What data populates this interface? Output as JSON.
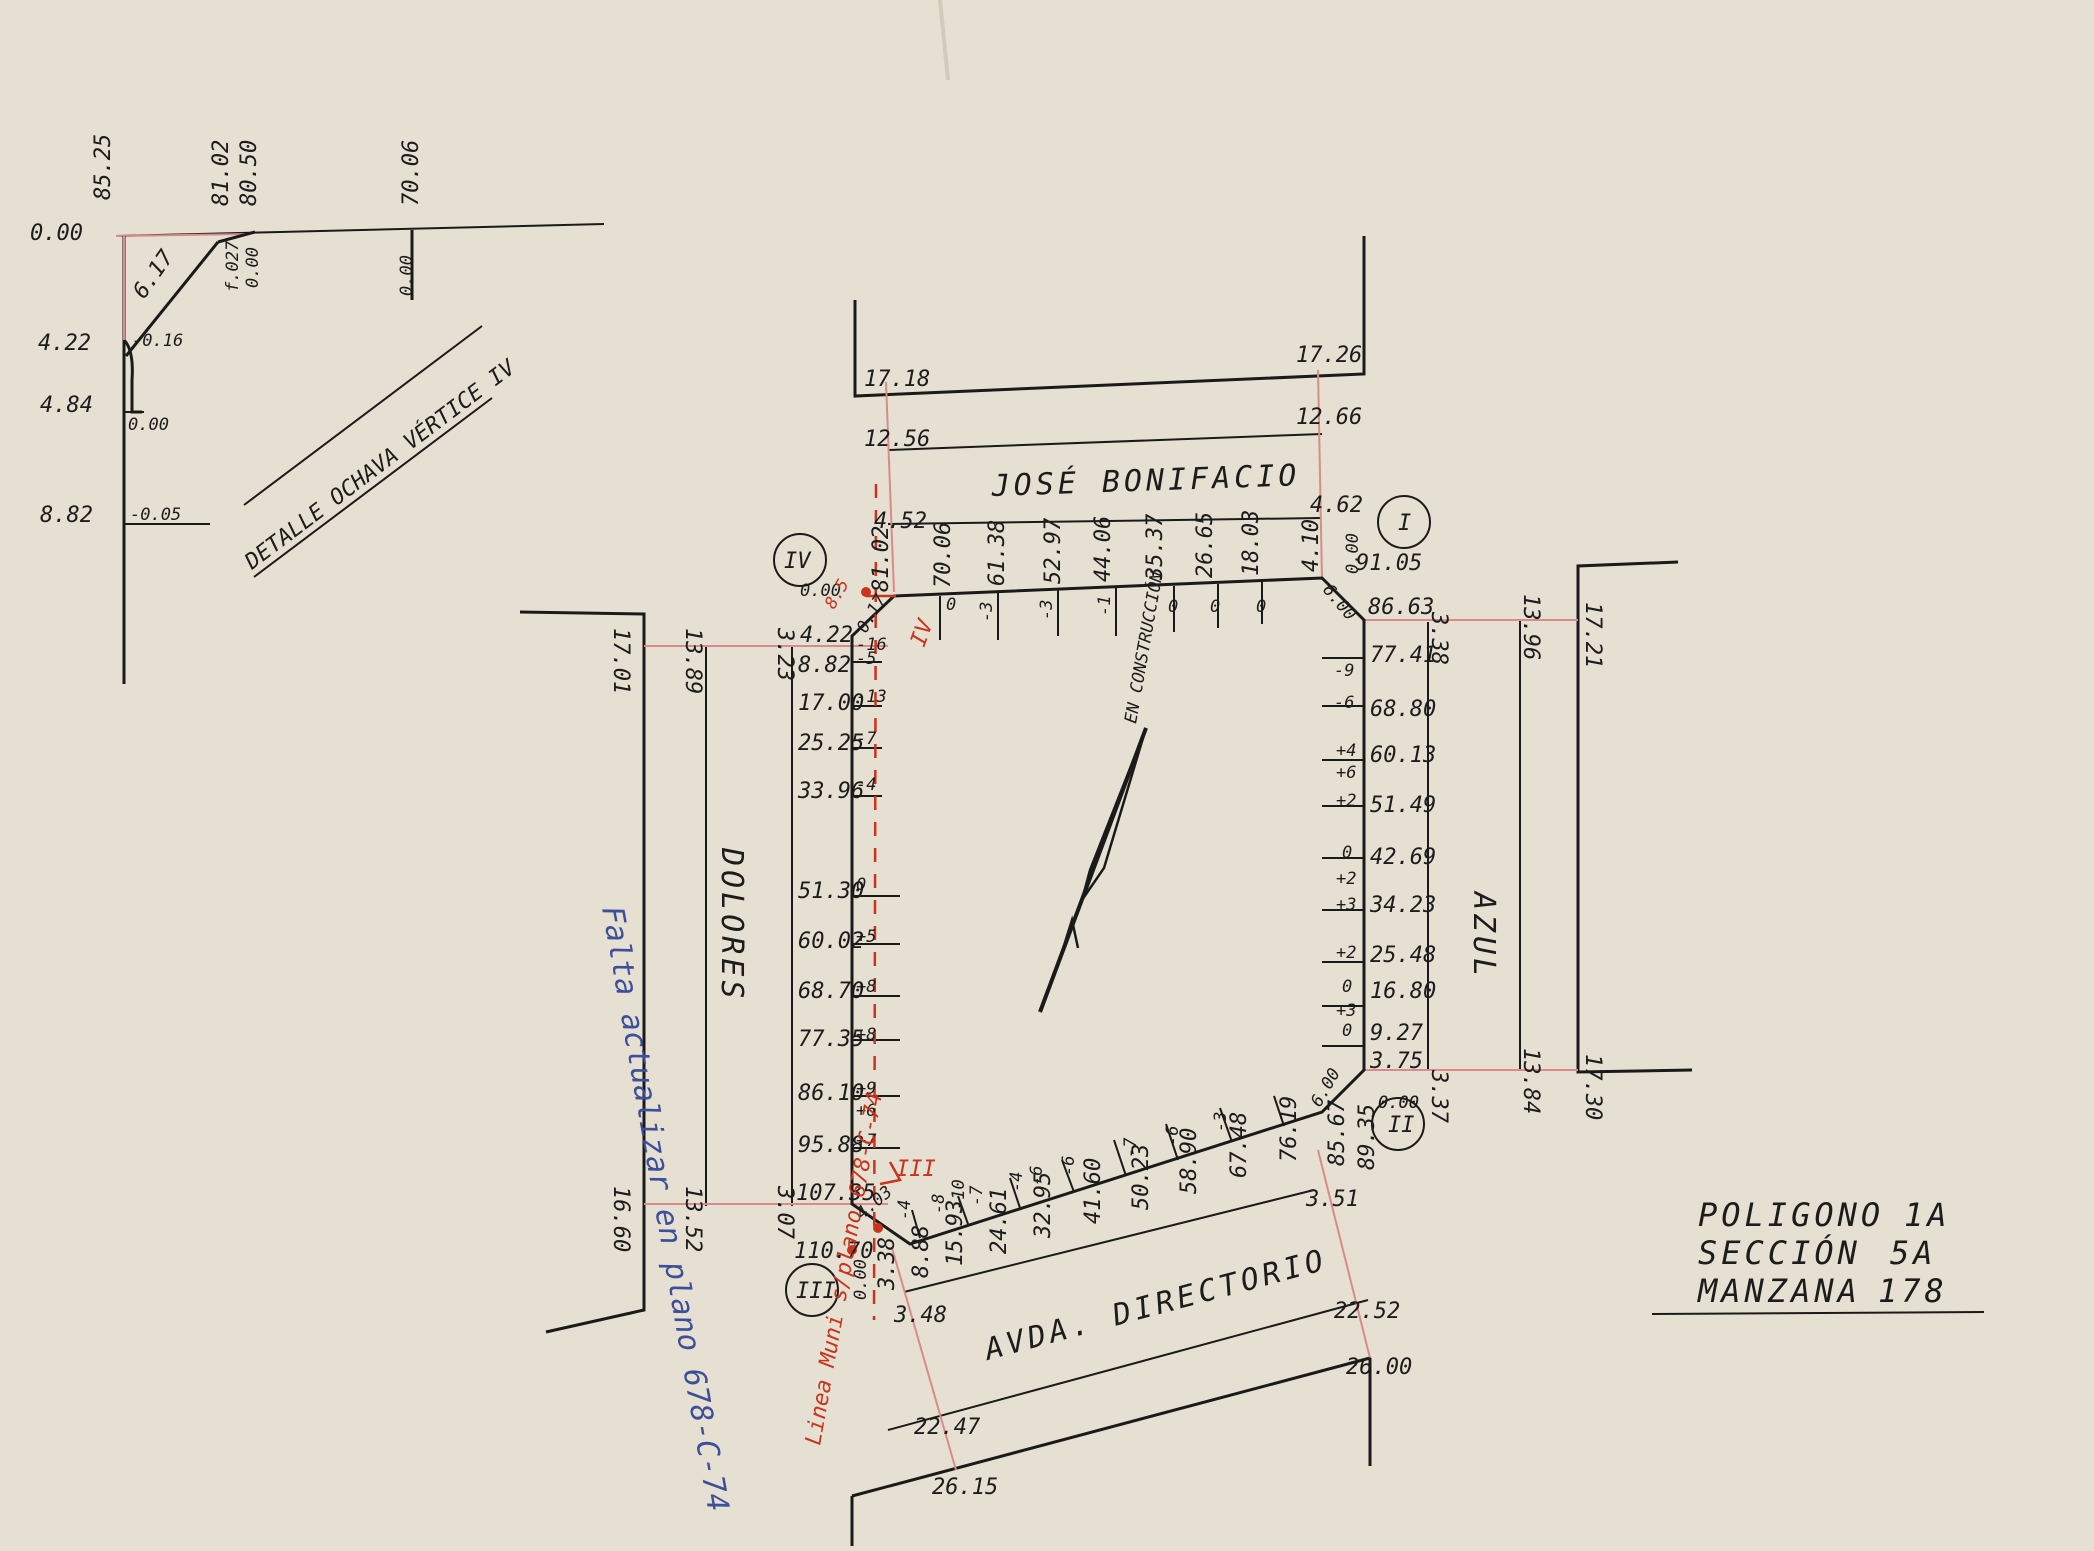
{
  "streets": {
    "north": "JOSÉ BONIFACIO",
    "west": "DOLORES",
    "east": "AZUL",
    "south": "AVDA. DIRECTORIO"
  },
  "vertices": {
    "v1": "I",
    "v2": "II",
    "v3": "III",
    "v4": "IV"
  },
  "construction_note": "EN CONSTRUCCIÓN",
  "detail": {
    "title": "DETALLE OCHAVA VÉRTICE IV",
    "top": [
      "85.25",
      "81.02",
      "80.50",
      "70.06"
    ],
    "left": [
      "0.00",
      "4.22",
      "4.84",
      "8.82"
    ],
    "marks": [
      "6.17",
      "-0.16",
      "0.00",
      "-0.05",
      "0.00",
      "0.00"
    ],
    "misc": "f.027"
  },
  "north_side": {
    "dims": [
      "17.18",
      "17.26",
      "12.56",
      "12.66",
      "4.52",
      "4.62"
    ],
    "chain": [
      "81.02",
      "70.06",
      "61.38",
      "52.97",
      "44.06",
      "35.37",
      "26.65",
      "18.03",
      "4.10"
    ],
    "offsets": [
      "0",
      "-3",
      "-3",
      "-1",
      "0",
      "0",
      "0"
    ]
  },
  "west_side": {
    "dims": [
      "3.23",
      "13.89",
      "17.01",
      "3.07",
      "13.52",
      "16.60"
    ],
    "chain": [
      "4.22",
      "8.82",
      "17.00",
      "25.25",
      "33.96",
      "51.30",
      "60.02",
      "68.70",
      "77.35",
      "86.10",
      "95.88",
      "107.35",
      "110.70"
    ],
    "offsets": [
      "-16",
      "-5",
      "-13",
      "-7",
      "-4",
      "0",
      "+5",
      "+8",
      "+8",
      "+9",
      "+6",
      "+7"
    ]
  },
  "east_side": {
    "dims": [
      "3.38",
      "13.96",
      "17.21",
      "3.37",
      "13.84",
      "17.30"
    ],
    "chain": [
      "91.05",
      "86.63",
      "77.41",
      "68.80",
      "60.13",
      "51.49",
      "42.69",
      "34.23",
      "25.48",
      "16.80",
      "9.27",
      "3.75",
      "0.00",
      "89.35",
      "85.67"
    ],
    "offsets": [
      "-9",
      "-6",
      "+4",
      "+6",
      "+2",
      "0",
      "+2",
      "+3",
      "+2",
      "0",
      "+3",
      "0"
    ]
  },
  "south_side": {
    "dims": [
      "3.38",
      "3.48",
      "3.51",
      "22.47",
      "22.52",
      "26.15",
      "26.00"
    ],
    "chain": [
      "8.88",
      "15.93",
      "24.61",
      "32.95",
      "41.60",
      "50.23",
      "58.90",
      "67.48",
      "76.19"
    ],
    "offsets": [
      "-4",
      "-8",
      "-10",
      "-7",
      "-4",
      "-6",
      "-6",
      "-7",
      "-6",
      "-3"
    ]
  },
  "corner_marks": [
    "0.00",
    "6.00",
    "6.00",
    "4.03",
    "0.00",
    "0.17",
    "0.00",
    "0.00"
  ],
  "red_notes": {
    "vertex_mark": "IV",
    "iii_mark": "III",
    "line_note": "Linea Muni s/plano 678-C-74",
    "small": "8.5"
  },
  "blue_note": "Falta actualizar en plano 678-C-74",
  "title_block": {
    "poligono_label": "POLIGONO",
    "poligono_value": "1A",
    "seccion_label": "SECCIÓN",
    "seccion_value": "5A",
    "manzana_label": "MANZANA",
    "manzana_value": "178"
  }
}
